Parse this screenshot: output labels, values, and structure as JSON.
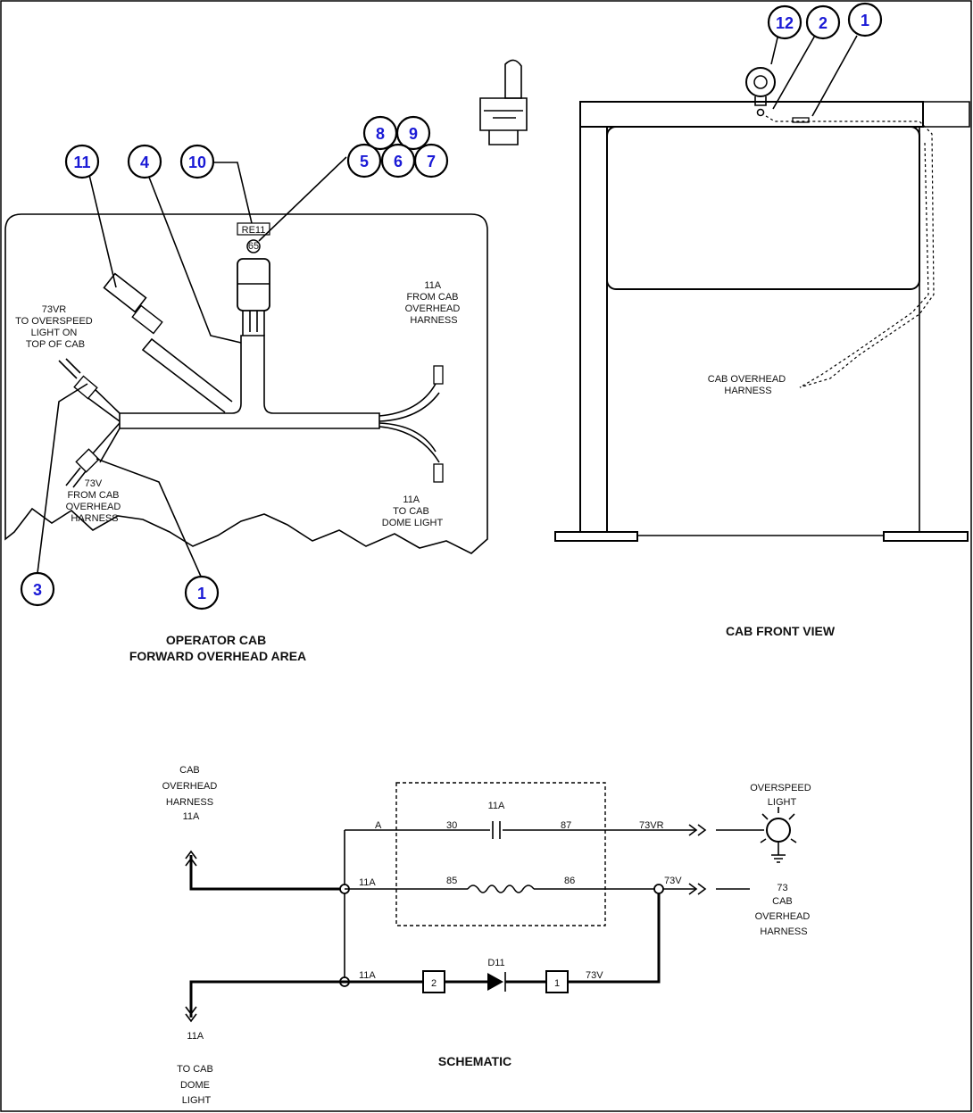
{
  "callouts": {
    "c11": "11",
    "c4": "4",
    "c10": "10",
    "c8": "8",
    "c9": "9",
    "c5": "5",
    "c6": "6",
    "c7": "7",
    "c3": "3",
    "c1a": "1",
    "c12": "12",
    "c2": "2",
    "c1b": "1"
  },
  "overhead_view": {
    "label_73vr": [
      "73VR",
      "TO OVERSPEED",
      "LIGHT ON",
      "TOP OF CAB"
    ],
    "label_11a_from": [
      "11A",
      "FROM CAB",
      "OVERHEAD",
      "HARNESS"
    ],
    "label_73v_from": [
      "73V",
      "FROM CAB",
      "OVERHEAD",
      "HARNESS"
    ],
    "label_11a_to": [
      "11A",
      "TO CAB",
      "DOME LIGHT"
    ],
    "relay_tag": "RE11",
    "caption": [
      "OPERATOR CAB",
      "FORWARD OVERHEAD AREA"
    ]
  },
  "front_view": {
    "harness_label": [
      "CAB OVERHEAD",
      "HARNESS"
    ],
    "caption": "CAB FRONT VIEW"
  },
  "schematic": {
    "left_source": [
      "CAB",
      "OVERHEAD",
      "HARNESS",
      "11A"
    ],
    "left_dest": [
      "11A",
      "TO CAB",
      "DOME",
      "LIGHT"
    ],
    "overspeed": [
      "OVERSPEED",
      "LIGHT"
    ],
    "right_harness": [
      "73",
      "CAB",
      "OVERHEAD",
      "HARNESS"
    ],
    "wire_a": "A",
    "wire_11a_1": "11A",
    "wire_11a_2": "11A",
    "pin_30": "30",
    "pin_87": "87",
    "pin_85": "85",
    "pin_86": "86",
    "contact_11a": "11A",
    "out_73vr": "73VR",
    "out_73v": "73V",
    "diode_label": "D11",
    "diode_out": "73V",
    "box_2": "2",
    "box_1": "1",
    "caption": "SCHEMATIC"
  }
}
